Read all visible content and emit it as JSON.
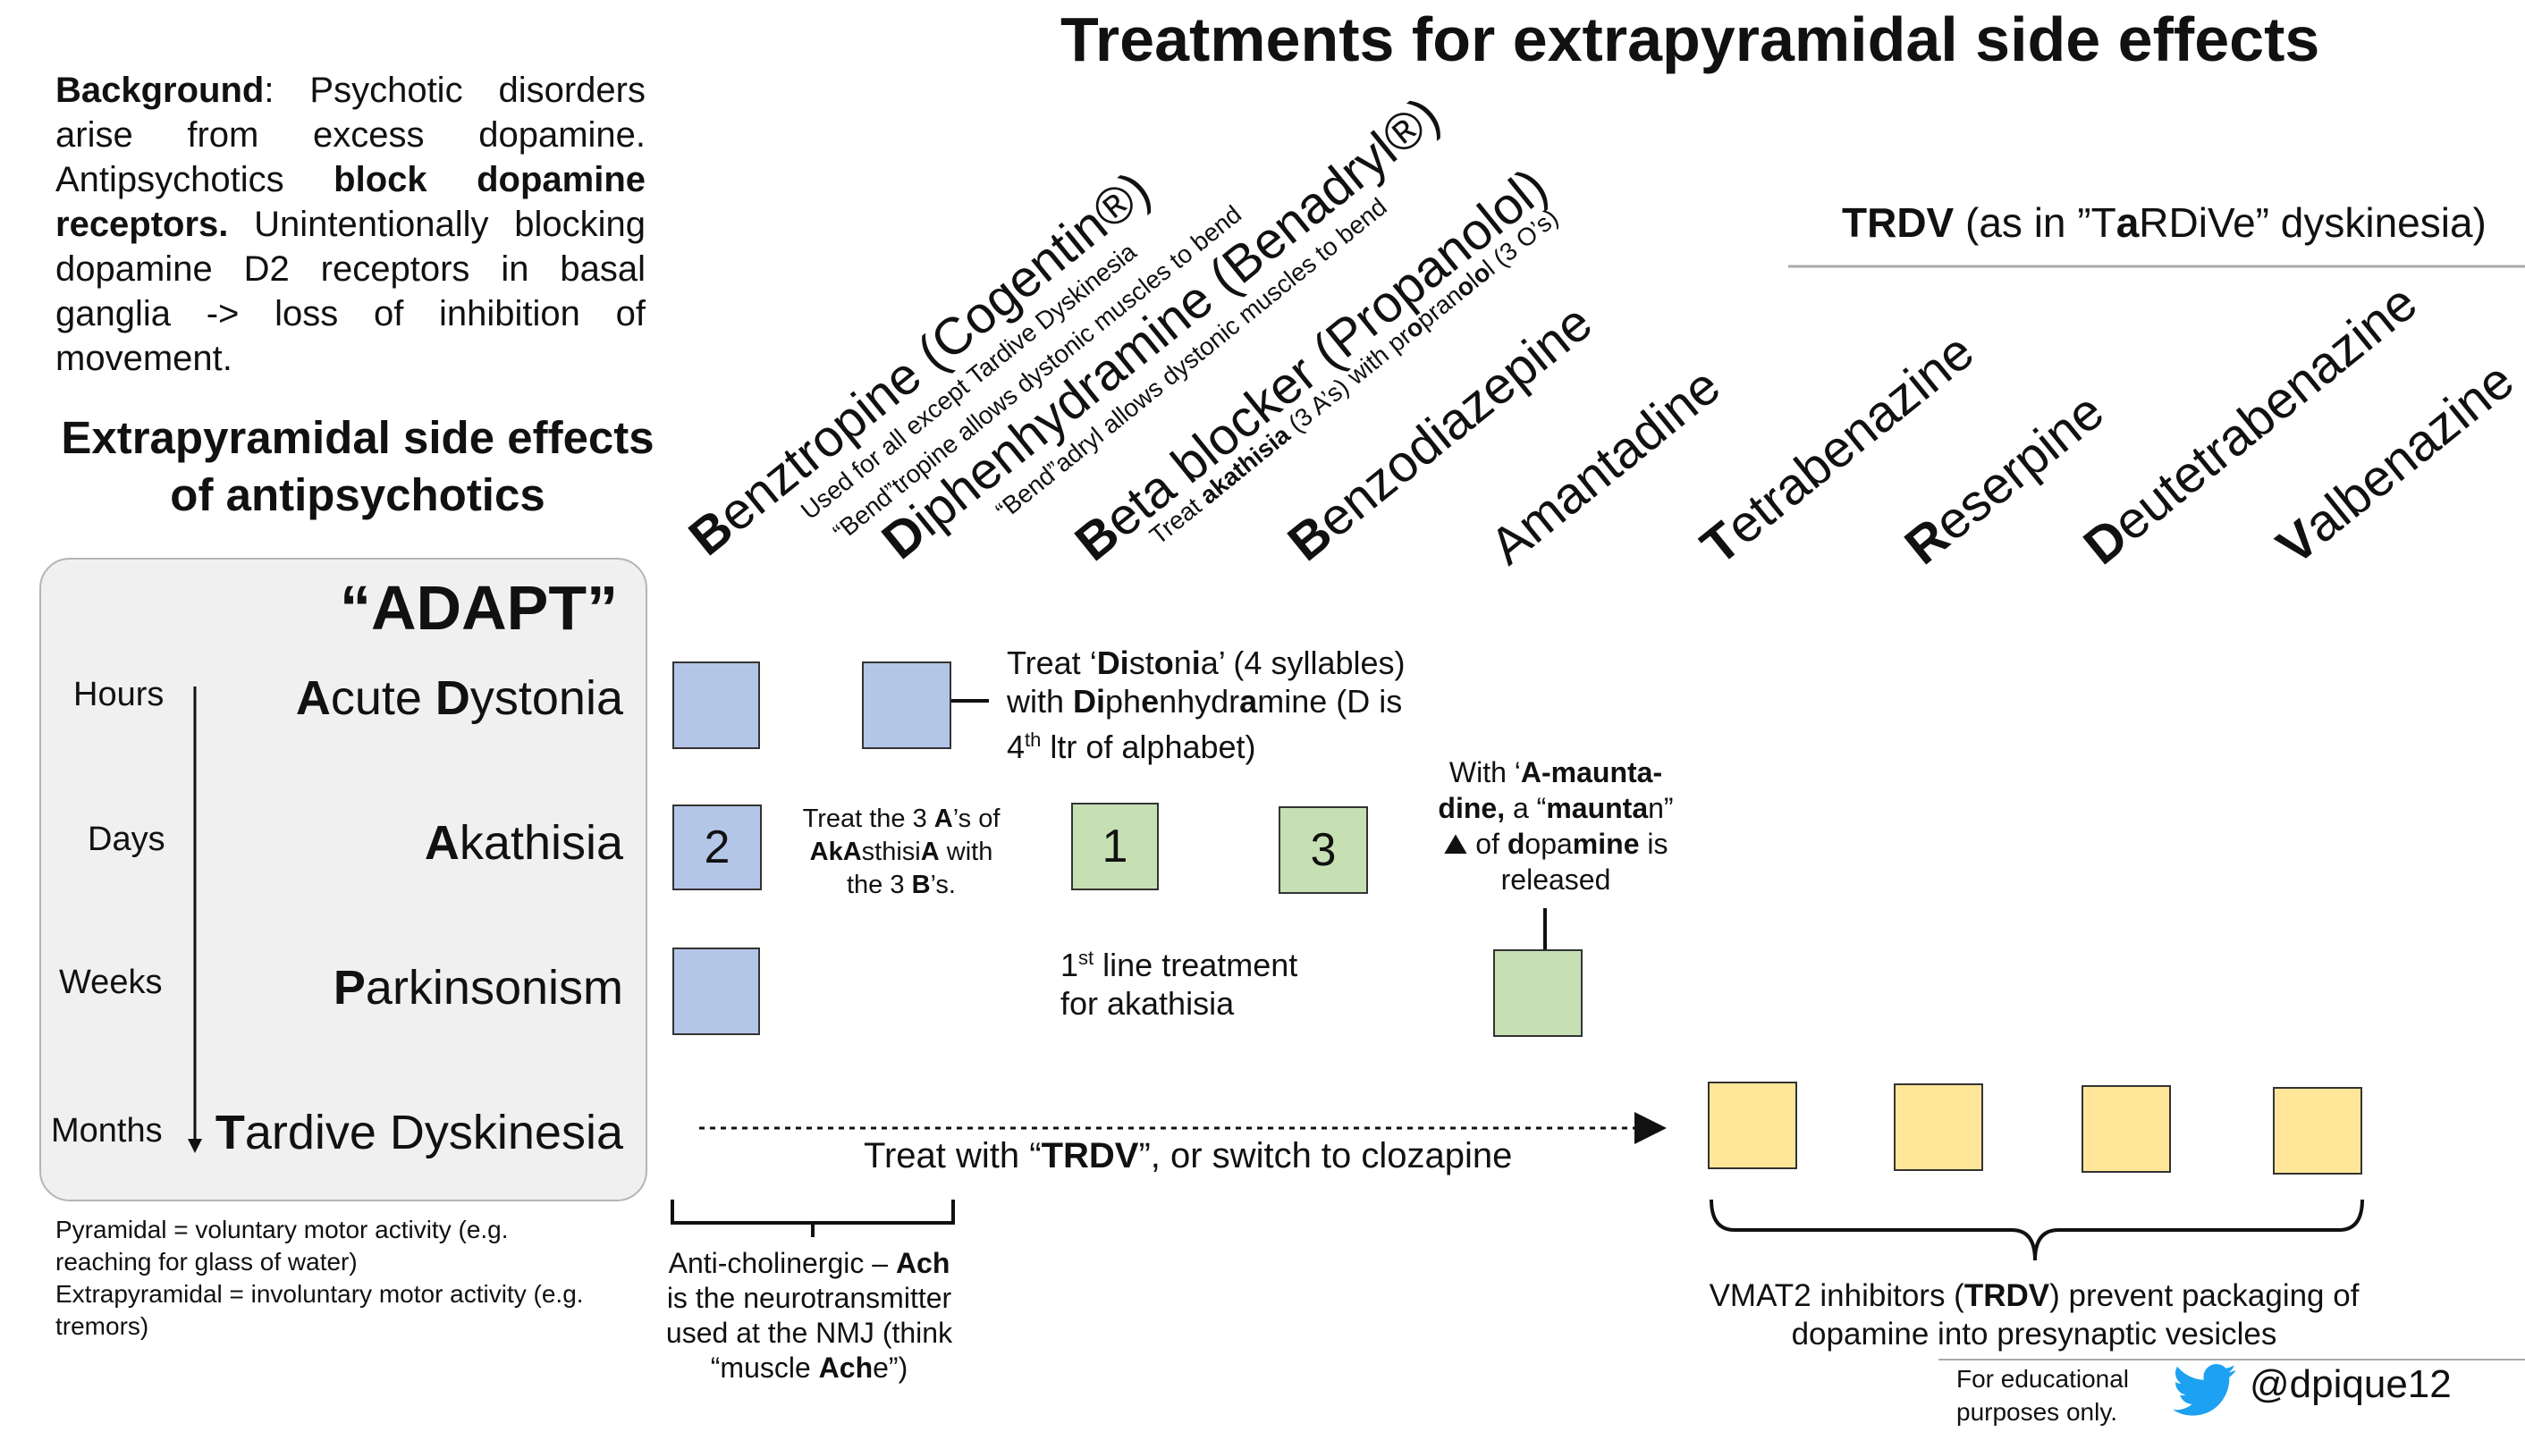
{
  "title": "Treatments for extrapyramidal side effects",
  "background": {
    "label": "Background",
    "text": ": Psychotic disorders arise from excess dopamine. Antipsychotics ",
    "bold1": "block dopamine receptors.",
    "text2": " Unintentionally blocking dopamine D2 receptors in basal ganglia -> loss of inhibition of movement."
  },
  "eps_heading": "Extrapyramidal side effects of antipsychotics",
  "adapt": {
    "title": "“ADAPT”",
    "rows": [
      {
        "time": "Hours",
        "effect_bold": "A",
        "effect_rest": "cute ",
        "effect_bold2": "D",
        "effect_rest2": "ystonia"
      },
      {
        "time": "Days",
        "effect_bold": "A",
        "effect_rest": "kathisia",
        "effect_bold2": "",
        "effect_rest2": ""
      },
      {
        "time": "Weeks",
        "effect_bold": "P",
        "effect_rest": "arkinsonism",
        "effect_bold2": "",
        "effect_rest2": ""
      },
      {
        "time": "Months",
        "effect_bold": "T",
        "effect_rest": "ardive Dyskinesia",
        "effect_bold2": "",
        "effect_rest2": ""
      }
    ]
  },
  "footnote_left": {
    "line1": "Pyramidal = voluntary motor activity (e.g. reaching for glass of water)",
    "line2": "Extrapyramidal = involuntary motor activity (e.g. tremors)"
  },
  "drugs": {
    "benztropine": {
      "b": "B",
      "rest": "enztropine (Cogentin®)"
    },
    "benztropine_note1": "Used for all except Tardive Dyskinesia",
    "benztropine_note2": "“Bend”tropine allows dystonic muscles to bend",
    "diphenhydramine": {
      "b": "D",
      "rest": "iphenhydramine (Benadryl®)"
    },
    "diphenhydramine_note": "“Bend”adryl allows dystonic muscles to bend",
    "beta": {
      "b": "B",
      "rest": "eta blocker (Propanolol)"
    },
    "beta_note": {
      "a": "Treat ",
      "b1": "akathisia",
      "c": " (3 A’s) with ",
      "d": "pr",
      "b2": "o",
      "e": "pran",
      "b3": "o",
      "f": "l",
      "b4": "o",
      "g": "l (3 O’s)"
    },
    "benzodiazepine": {
      "b": "B",
      "rest": "enzodiazepine"
    },
    "amantadine": {
      "b": "",
      "rest": "Amantadine"
    },
    "tetrabenazine": {
      "b": "T",
      "rest": "etrabenazine"
    },
    "reserpine": {
      "b": "R",
      "rest": "eserpine"
    },
    "deutetrabenazine": {
      "b": "D",
      "rest": "eutetrabenazine"
    },
    "valbenazine": {
      "b": "V",
      "rest": "albenazine"
    }
  },
  "trdv_header": {
    "bold": "TRDV",
    "rest1": " (as in ”T",
    "b2": "a",
    "rest2": "",
    "tardive": "TaRDiVe",
    "rest3": "” dyskinesia)"
  },
  "squares": {
    "akathisia_benztropine": "2",
    "akathisia_beta": "1",
    "akathisia_benzo": "3"
  },
  "notes": {
    "dystonia_1": "Treat ‘",
    "dystonia_b1": "Di",
    "dystonia_2": "st",
    "dystonia_b2": "o",
    "dystonia_3": "n",
    "dystonia_b3": "i",
    "dystonia_4": "a’ (4 syllables)",
    "dystonia_line2a": "with ",
    "dystonia_line2b": "Di",
    "dystonia_line2c": "ph",
    "dystonia_line2d": "e",
    "dystonia_line2e": "n",
    "dystonia_line2f": "hydr",
    "dystonia_line2g": "a",
    "dystonia_line2h": "mine (D is",
    "dystonia_line3a": "4",
    "dystonia_line3sup": "th",
    "dystonia_line3b": " ltr of alphabet)",
    "three_a_1": "Treat the 3 ",
    "three_a_b1": "A",
    "three_a_2": "’s of",
    "three_a_3a": "Ak",
    "three_a_3b": "A",
    "three_a_3c": "sthisi",
    "three_a_3d": "A",
    "three_a_3e": " with",
    "three_a_4a": "the 3 ",
    "three_a_4b": "B",
    "three_a_4c": "’s.",
    "first_line_1a": "1",
    "first_line_sup": "st",
    "first_line_1b": " line treatment",
    "first_line_2": "for akathisia",
    "amantadine_1a": "With ‘",
    "amantadine_1b": "A-maunta-",
    "amantadine_2a": "dine,",
    "amantadine_2b": " a “",
    "amantadine_2c": "maunta",
    "amantadine_2d": "n”",
    "amantadine_3a": "⛰ of ",
    "amantadine_3b": "d",
    "amantadine_3c": "opa",
    "amantadine_3d": "mine",
    "amantadine_3e": " is",
    "amantadine_4": "released",
    "trdv_1": "Treat with “",
    "trdv_b": "TRDV",
    "trdv_2": "”, or switch to clozapine",
    "anticholinergic_1": "Anti-cholinergic – ",
    "anticholinergic_b1": "Ach",
    "anticholinergic_2": "is the neurotransmitter",
    "anticholinergic_3": "used at the NMJ (think",
    "anticholinergic_4a": "“muscle ",
    "anticholinergic_4b": "Ach",
    "anticholinergic_4c": "e”)",
    "vmat2_1": "VMAT2 inhibitors (",
    "vmat2_b": "TRDV",
    "vmat2_2": ") prevent packaging of",
    "vmat2_3": "dopamine into presynaptic vesicles"
  },
  "footer": {
    "edu_1": "For educational",
    "edu_2": "purposes only.",
    "handle": "@dpique12",
    "twitter_color": "#1da1f2"
  },
  "colors": {
    "blue": "#b4c6e7",
    "green": "#c6e0b4",
    "yellow": "#ffe699"
  }
}
